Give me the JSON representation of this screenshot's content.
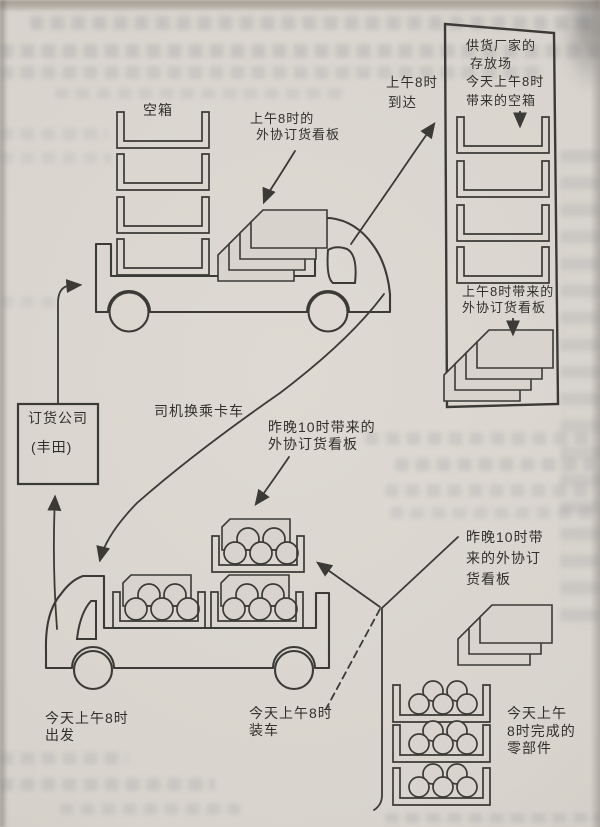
{
  "page": {
    "background_color": "#d8d4cd",
    "ink_color": "#3b3a37",
    "kind": "scanned book figure, kanban delivery cycle diagram"
  },
  "diagram": {
    "labels": {
      "empty_boxes": [
        "空箱"
      ],
      "upper_kanban": [
        "上午8时的",
        "外协订货看板"
      ],
      "arrive": [
        "上午8时",
        "到达"
      ],
      "storage": [
        "供货厂家的",
        "存放场",
        "今天上午8时",
        "带来的空箱"
      ],
      "storage_kanban": [
        "上午8时带来的",
        "外协订货看板"
      ],
      "order_company": [
        "订货公司",
        "(丰田)"
      ],
      "driver": [
        "司机换乘卡车"
      ],
      "mid_kanban": [
        "昨晚10时带来的",
        "外协订货看板"
      ],
      "right_kanban": [
        "昨晚10时带",
        "来的外协订",
        "货看板"
      ],
      "depart": [
        "今天上午8时",
        "出发"
      ],
      "load": [
        "今天上午8时",
        "装车"
      ],
      "parts_done": [
        "今天上午",
        "8时完成的",
        "零部件"
      ]
    }
  }
}
